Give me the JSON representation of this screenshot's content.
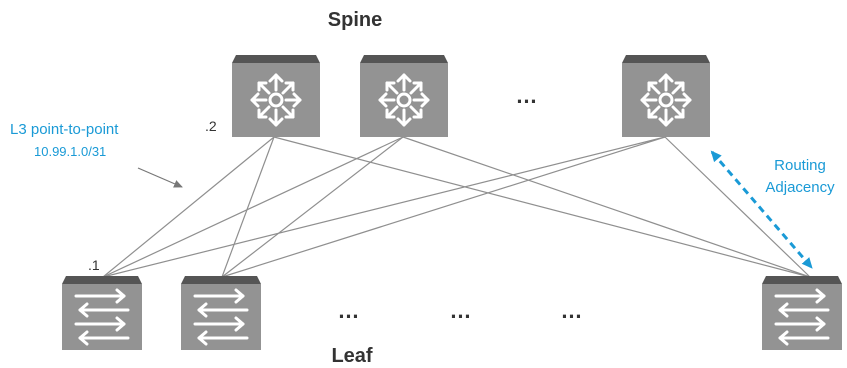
{
  "labels": {
    "spine": "Spine",
    "leaf": "Leaf",
    "spine_addr": ".2",
    "leaf_addr": ".1",
    "p2p_title": "L3 point-to-point",
    "p2p_subnet": "10.99.1.0/31",
    "routing_line1": "Routing",
    "routing_line2": "Adjacency",
    "spine_ellipsis": "…",
    "leaf_ellipsis_1": "…",
    "leaf_ellipsis_2": "…",
    "leaf_ellipsis_3": "…"
  },
  "icons": {
    "spine": "router-icon",
    "leaf": "switch-icon"
  },
  "colors": {
    "accent": "#1a9ad6",
    "device": "#939393",
    "device_top": "#555555",
    "link": "#8f8f8f"
  }
}
